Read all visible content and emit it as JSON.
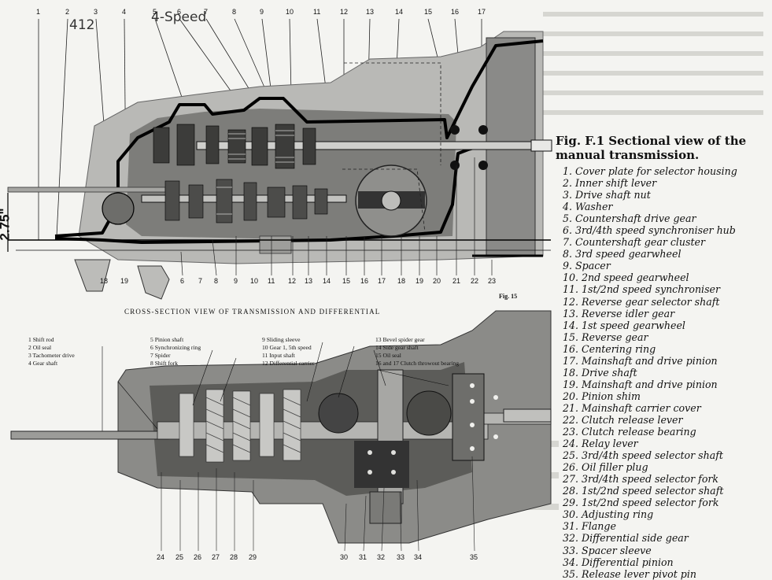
{
  "handwritten": {
    "note_a": "412",
    "note_b": "4-Speed"
  },
  "dimension_label": "2.75\"",
  "top_callouts": [
    "1",
    "2",
    "3",
    "4",
    "5",
    "6",
    "7",
    "8",
    "9",
    "10",
    "11",
    "12",
    "13",
    "14",
    "15",
    "16",
    "17"
  ],
  "mid_callouts": [
    "18",
    "19",
    "6",
    "7",
    "8",
    "9",
    "10",
    "11",
    "12",
    "13",
    "14",
    "15",
    "16",
    "17",
    "18",
    "19",
    "20",
    "21",
    "22",
    "23"
  ],
  "figure": {
    "caption_line1": "Fig. F.1     Sectional view of the",
    "caption_line2": "manual transmission.",
    "legend": [
      "1. Cover plate for selector housing",
      "2. Inner shift lever",
      "3. Drive shaft nut",
      "4. Washer",
      "5. Countershaft drive gear",
      "6. 3rd/4th speed synchroniser hub",
      "7. Countershaft gear cluster",
      "8. 3rd speed gearwheel",
      "9. Spacer",
      "10. 2nd speed gearwheel",
      "11. 1st/2nd speed synchroniser",
      "12. Reverse gear selector shaft",
      "13. Reverse idler gear",
      "14. 1st speed gearwheel",
      "15. Reverse gear",
      "16. Centering ring",
      "17. Mainshaft and drive pinion",
      "18. Drive shaft",
      "19. Mainshaft and drive pinion",
      "20. Pinion shim",
      "21. Mainshaft carrier cover",
      "22. Clutch release lever",
      "23. Clutch release bearing",
      "24. Relay lever",
      "25. 3rd/4th speed selector shaft",
      "26. Oil filler plug",
      "27. 3rd/4th speed selector fork",
      "28. 1st/2nd speed selector shaft",
      "29. 1st/2nd speed selector fork",
      "30. Adjusting ring",
      "31. Flange",
      "32. Differential side gear",
      "33. Spacer sleeve",
      "34. Differential pinion",
      "35. Release lever pivot pin"
    ]
  },
  "cross_section": {
    "fig_tag": "Fig. 15",
    "title": "CROSS-SECTION VIEW OF TRANSMISSION AND DIFFERENTIAL",
    "key_col1": [
      "1   Shift rod",
      "2   Oil seal",
      "3   Tachometer drive",
      "4   Gear shaft"
    ],
    "key_col2": [
      "5   Pinion shaft",
      "6   Synchronizing ring",
      "7   Spider",
      "8   Shift fork"
    ],
    "key_col3": [
      "9   Sliding sleeve",
      "10  Gear 1, 5th speed",
      "11  Input shaft",
      "12  Differential carrier"
    ],
    "key_col4": [
      "13  Bevel spider gear",
      "14  Side gear shaft",
      "15  Oil seal",
      "16 and 17  Clutch throwout bearing"
    ],
    "bottom_callouts": [
      "24",
      "25",
      "26",
      "27",
      "28",
      "29",
      "30",
      "31",
      "32",
      "33",
      "34",
      "35"
    ]
  }
}
